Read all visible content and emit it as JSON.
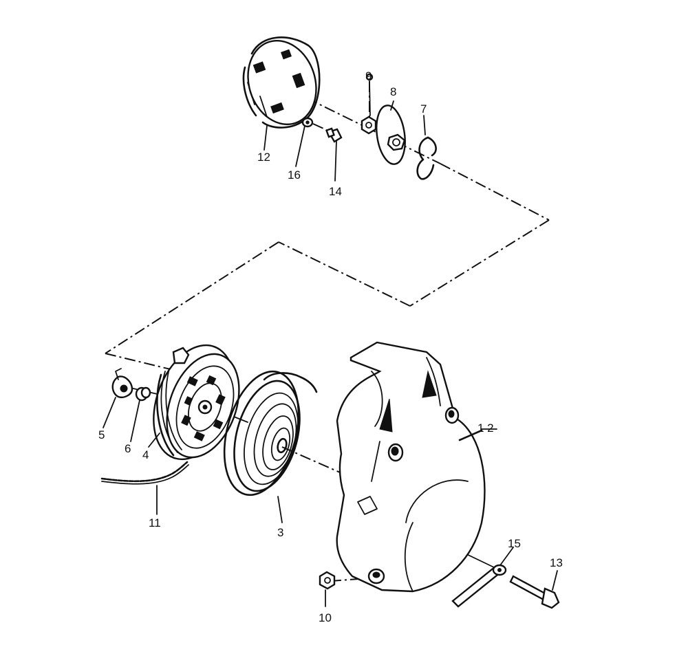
{
  "callouts": {
    "c12_top": "12",
    "c16": "16",
    "c14": "14",
    "c9": "9",
    "c8": "8",
    "c7": "7",
    "c5": "5",
    "c6": "6",
    "c4": "4",
    "c11": "11",
    "c3": "3",
    "c12_housing": "1 2",
    "c15": "15",
    "c13": "13",
    "c10": "10"
  }
}
